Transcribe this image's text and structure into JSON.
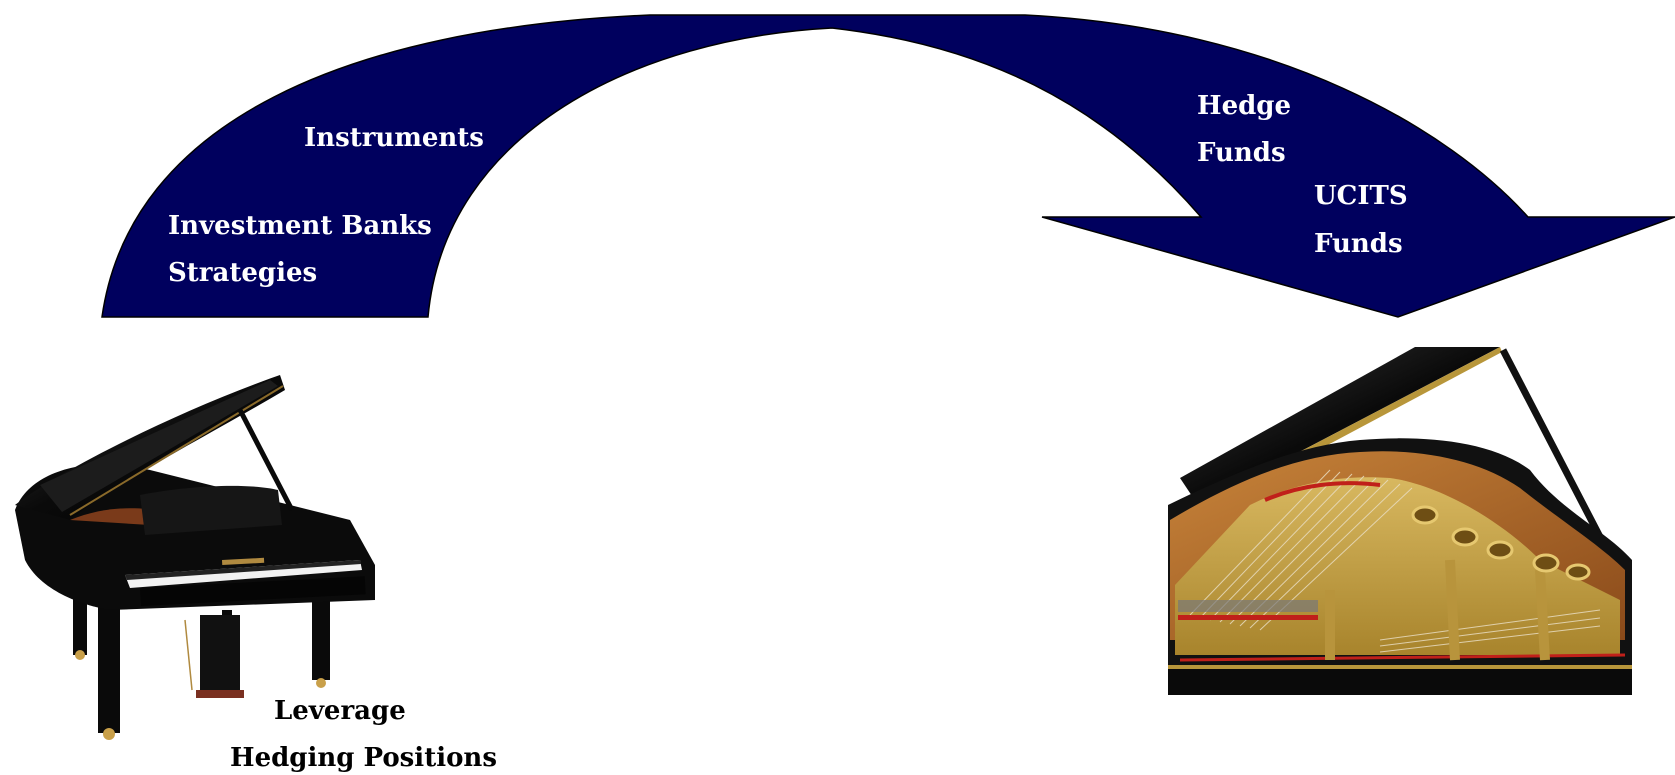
{
  "colors": {
    "arrow_fill": "#00005e",
    "arrow_stroke": "#000000",
    "label_on_arrow": "#ffffff",
    "label_dark": "#000000"
  },
  "arrow": {
    "labels": {
      "instruments": "Instruments",
      "investment_banks": "Investment Banks",
      "strategies": "Strategies",
      "hedge": "Hedge",
      "funds_1": "Funds",
      "ucits": "UCITS",
      "funds_2": "Funds"
    }
  },
  "left_piano": {
    "icon": "grand-piano-closed-icon",
    "labels": {
      "leverage": "Leverage",
      "hedging_positions": "Hedging Positions"
    }
  },
  "right_piano": {
    "icon": "grand-piano-interior-icon"
  }
}
